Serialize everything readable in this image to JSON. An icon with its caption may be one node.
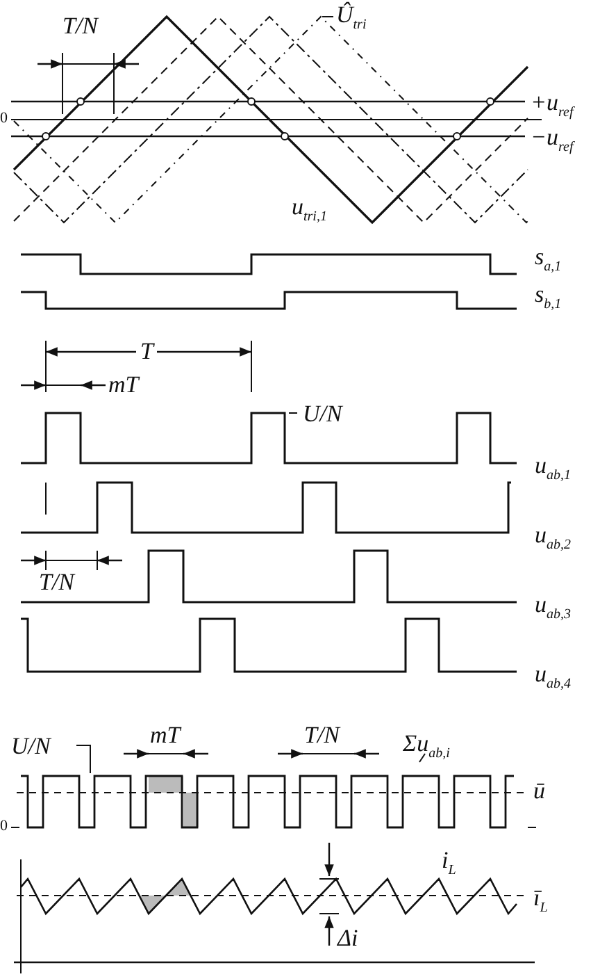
{
  "diagram": {
    "labels": [
      "T/N",
      "Û$_{tri}$",
      "0",
      "+u$_{ref}$",
      "−u$_{ref}$",
      "u$_{tri,1}$",
      "s$_{a,1}$",
      "s$_{b,1}$",
      "T",
      "mT",
      "U/N",
      "u$_{ab,1}$",
      "u$_{ab,2}$",
      "T/N",
      "u$_{ab,3}$",
      "u$_{ab,4}$",
      "U/N",
      "mT",
      "T/N",
      "Σu$_{ab,i}$",
      "ū",
      "0",
      "i$_{L}$",
      "ī$_{L}$",
      "Δi"
    ]
  }
}
